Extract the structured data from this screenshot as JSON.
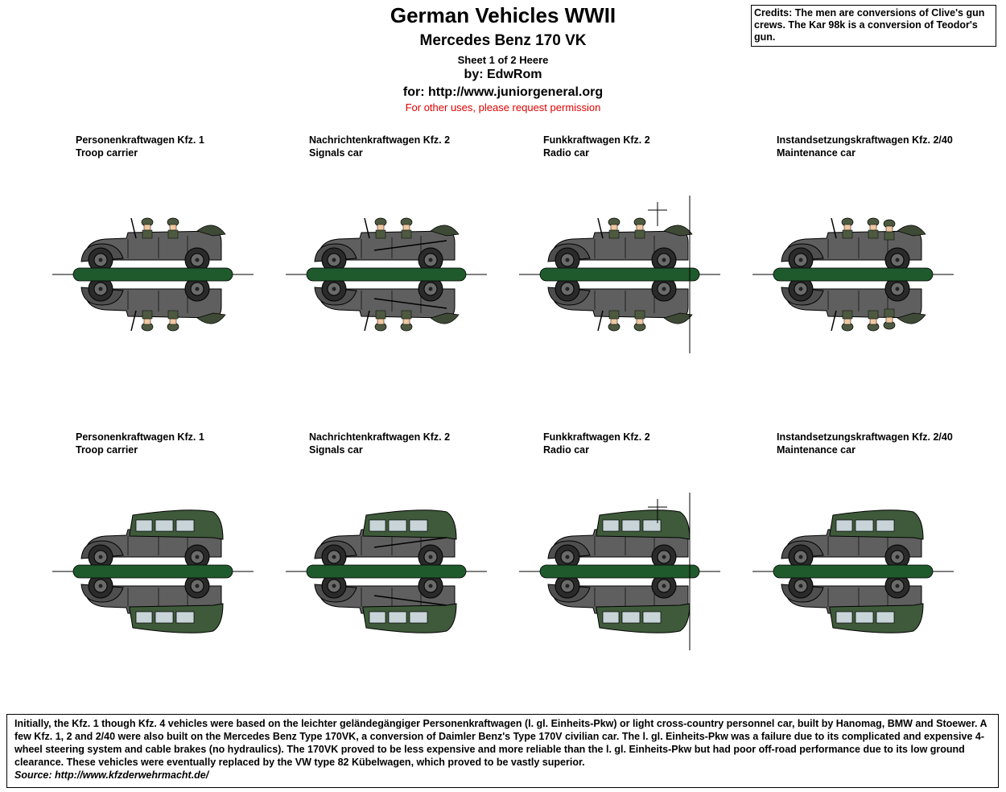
{
  "header": {
    "title": "German Vehicles WWII",
    "subtitle": "Mercedes Benz 170 VK",
    "sheet": "Sheet 1 of 2 Heere",
    "author": "by: EdwRom",
    "site": "for: http://www.juniorgeneral.org",
    "permission": "For other uses, please request permission"
  },
  "credits": "Credits: The men are conversions of Clive's gun crews. The Kar 98k is a conversion of Teodor's gun.",
  "rows": [
    {
      "variant": "open-top",
      "items": [
        {
          "name": "Personenkraftwagen Kfz. 1",
          "role": "Troop carrier"
        },
        {
          "name": "Nachrichtenkraftwagen Kfz. 2",
          "role": "Signals car"
        },
        {
          "name": "Funkkraftwagen Kfz. 2",
          "role": "Radio car"
        },
        {
          "name": "Instandsetzungskraftwagen Kfz. 2/40",
          "role": "Maintenance car"
        }
      ]
    },
    {
      "variant": "closed-top",
      "items": [
        {
          "name": "Personenkraftwagen Kfz. 1",
          "role": "Troop carrier"
        },
        {
          "name": "Nachrichtenkraftwagen Kfz. 2",
          "role": "Signals car"
        },
        {
          "name": "Funkkraftwagen Kfz. 2",
          "role": "Radio car"
        },
        {
          "name": "Instandsetzungskraftwagen Kfz. 2/40",
          "role": "Maintenance car"
        }
      ]
    }
  ],
  "colors": {
    "car_body": "#5f5f5f",
    "canvas_top": "#3e5a3a",
    "base": "#1f5a2c",
    "permission": "#e00000"
  },
  "footer": {
    "text": "Initially, the Kfz. 1 though Kfz. 4 vehicles were based on the leichter geländegängiger Personenkraftwagen (l. gl. Einheits-Pkw) or light cross-country personnel car, built by Hanomag, BMW and Stoewer. A few Kfz. 1, 2 and 2/40 were also built on the Mercedes Benz Type 170VK, a conversion of Daimler Benz's Type 170V civilian car. The l. gl. Einheits-Pkw was a failure due to its complicated and expensive 4-wheel steering system and cable brakes (no hydraulics). The 170VK proved to be less expensive and more reliable than the l. gl. Einheits-Pkw but had poor off-road performance due to its low ground clearance. These vehicles were eventually replaced by the VW type 82 Kübelwagen, which proved to be vastly superior.",
    "source": "Source: http://www.kfzderwehrmacht.de/"
  }
}
